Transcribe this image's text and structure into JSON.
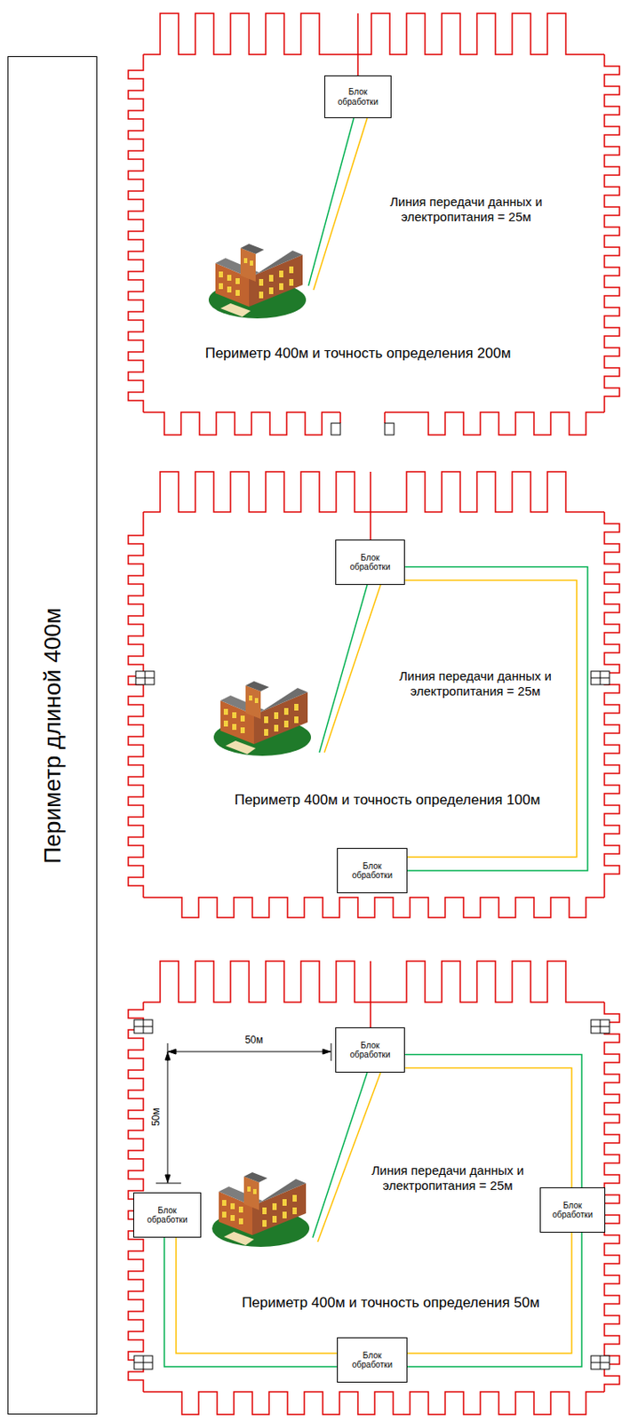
{
  "diagram": {
    "nodes": [
      {
        "text": [
          "Периметр длиной 400м"
        ]
      },
      {
        "text": [
          "Блок обработки"
        ]
      },
      {
        "text": [
          "Блок обработки"
        ]
      },
      {
        "text": [
          "Блок обработки"
        ]
      },
      {
        "text": [
          "Блок обработки"
        ]
      },
      {
        "text": [
          "Блок обработки"
        ]
      },
      {
        "text": [
          "Блок обработки"
        ]
      },
      {
        "text": [
          "Блок обработки"
        ]
      }
    ],
    "edges": [
      {
        "from": 2,
        "to": 3,
        "arrow": "none"
      },
      {
        "from": 2,
        "to": 3,
        "arrow": "none"
      },
      {
        "from": 4,
        "to": 6,
        "arrow": "none"
      },
      {
        "from": 4,
        "to": 6,
        "arrow": "none"
      },
      {
        "from": 6,
        "to": 7,
        "arrow": "none"
      },
      {
        "from": 6,
        "to": 7,
        "arrow": "none"
      },
      {
        "from": 7,
        "to": 5,
        "arrow": "none"
      },
      {
        "from": 7,
        "to": 5,
        "arrow": "none"
      }
    ],
    "labels": [
      "Линия передачи данных и электропитания = 25м",
      "Периметр 400м и точность определения 200м",
      "Линия передачи данных и электропитания = 25м",
      "Периметр 400м и точность определения 100м",
      "50м",
      "50м",
      "Линия передачи данных и электропитания = 25м",
      "Периметр 400м и точность определения 50м"
    ]
  }
}
